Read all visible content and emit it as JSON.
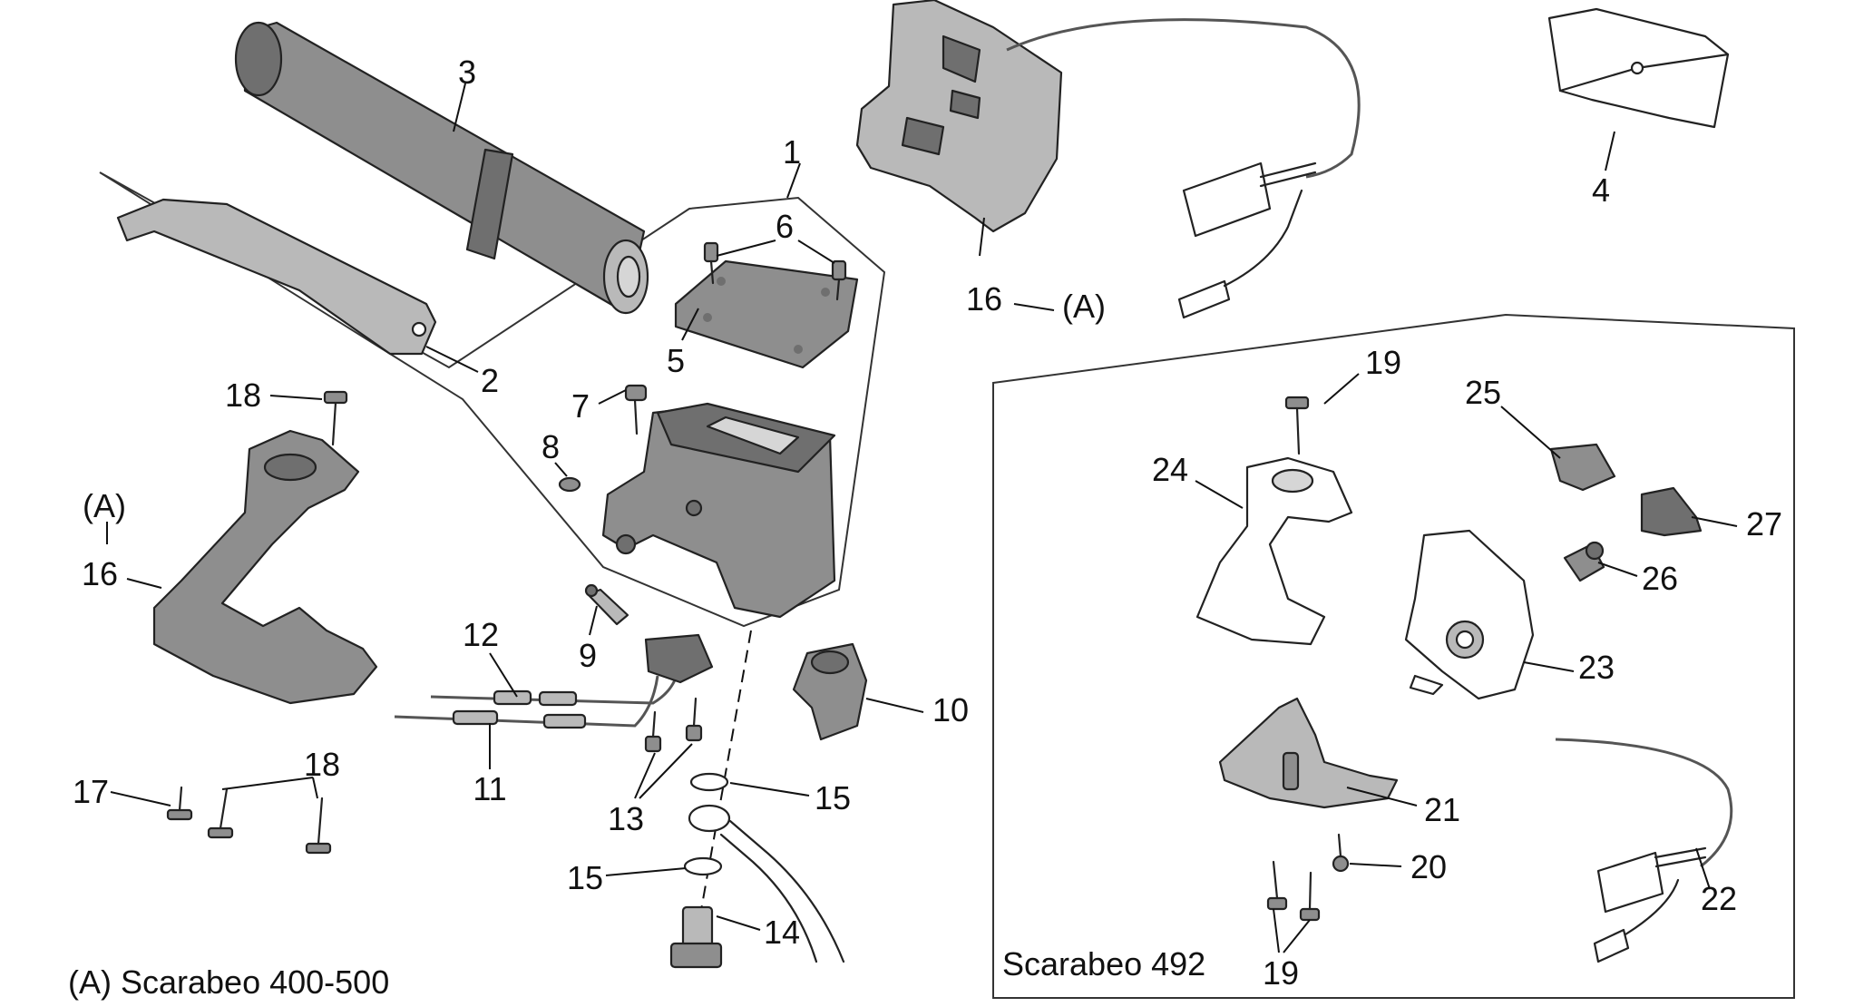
{
  "labels": {
    "n1": "1",
    "n2": "2",
    "n3": "3",
    "n4": "4",
    "n5": "5",
    "n6": "6",
    "n7": "7",
    "n8": "8",
    "n9": "9",
    "n10": "10",
    "n11": "11",
    "n12": "12",
    "n13": "13",
    "n14": "14",
    "n15a": "15",
    "n15b": "15",
    "n16a": "16",
    "n16b": "16",
    "n17": "17",
    "n18a": "18",
    "n18b": "18",
    "n19a": "19",
    "n19b": "19",
    "n20": "20",
    "n21": "21",
    "n22": "22",
    "n23": "23",
    "n24": "24",
    "n25": "25",
    "n26": "26",
    "n27": "27",
    "a_left": "(A)",
    "a_top": "(A)"
  },
  "captions": {
    "scarabeo_400_500": "(A) Scarabeo 400-500",
    "scarabeo_492": "Scarabeo 492"
  }
}
